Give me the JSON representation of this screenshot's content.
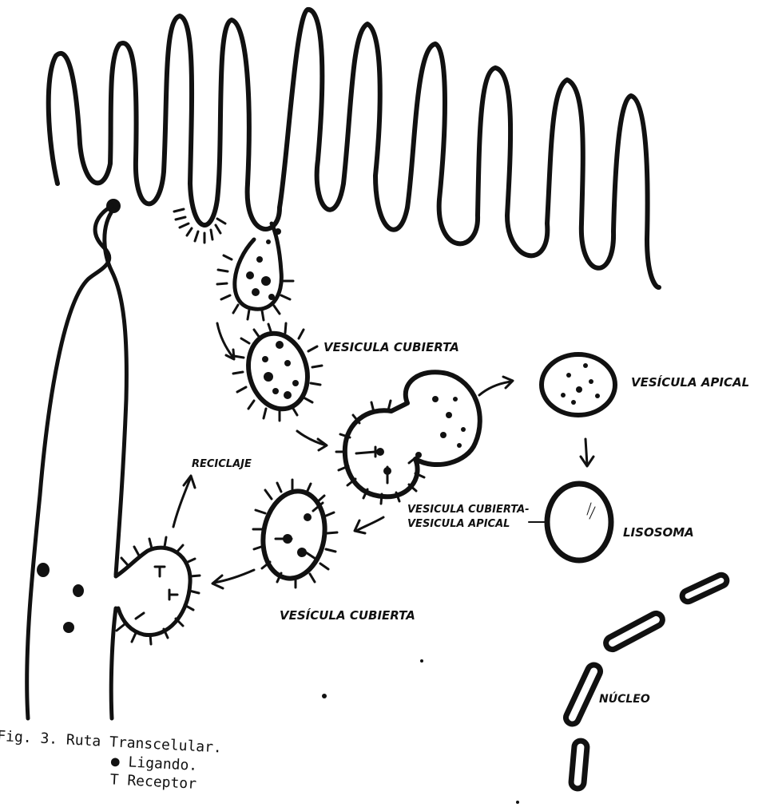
{
  "labels": {
    "vesicula_cubierta_top": "VESICULA CUBIERTA",
    "vesicula_apical": "VESÍCULA APICAL",
    "reciclaje": "RECICLAJE",
    "vesicula_cubierta_apical_line1": "VESICULA CUBIERTA-",
    "vesicula_cubierta_apical_line2": "VESICULA APICAL",
    "lisosoma": "LISOSOMA",
    "vesicula_cubierta_bottom": "VESÍCULA CUBIERTA",
    "nucleo": "NÚCLEO"
  },
  "caption": {
    "title": "Fig. 3. Ruta Transcelular.",
    "legend_ligando": "● Ligando.",
    "legend_receptor": "T Receptor"
  }
}
